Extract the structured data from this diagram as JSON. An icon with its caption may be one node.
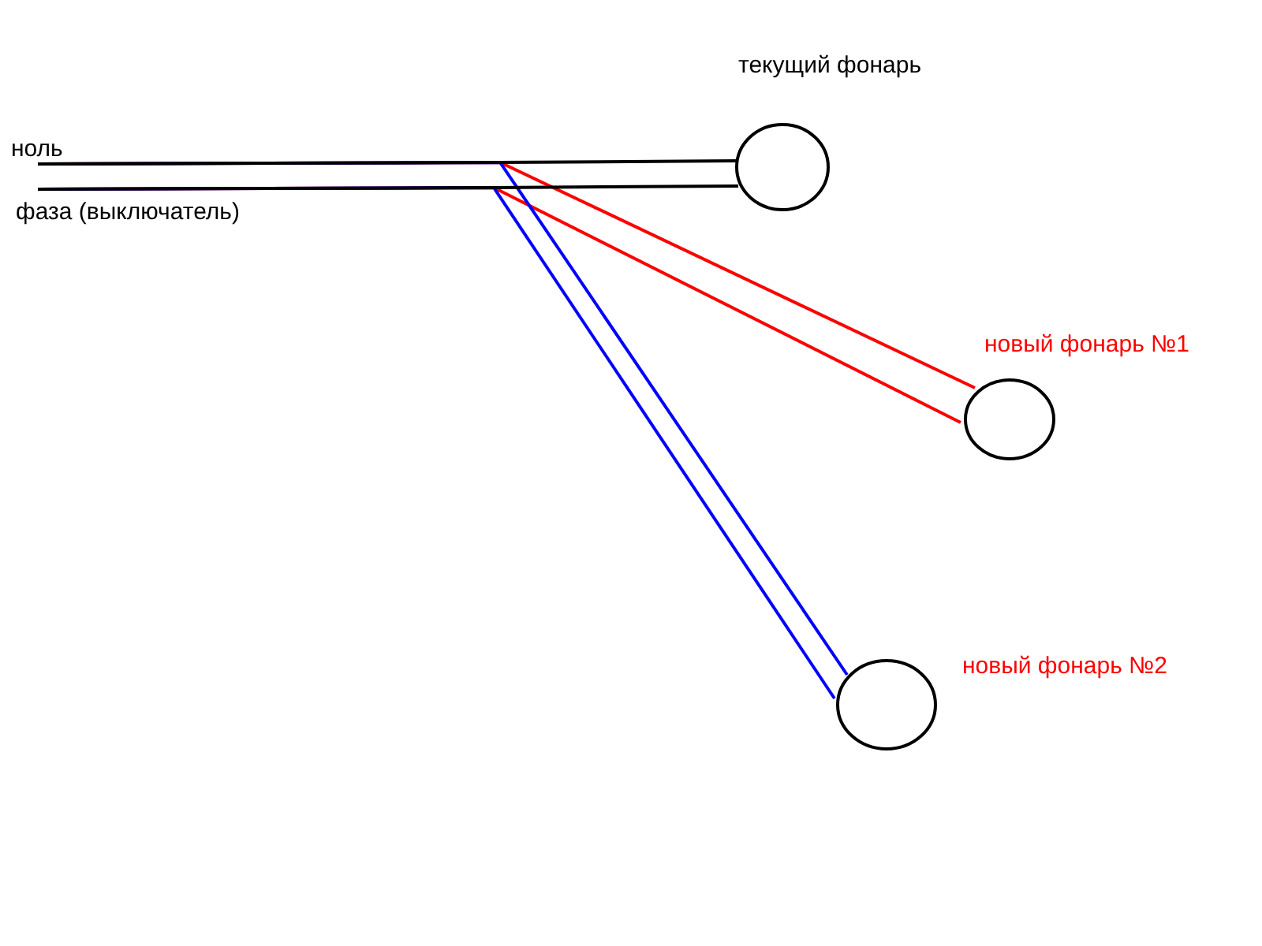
{
  "diagram": {
    "nodes": [
      {
        "text": [
          "текущий фонарь"
        ]
      },
      {
        "text": [
          "ноль"
        ]
      },
      {
        "text": [
          "фаза (выключатель)"
        ]
      },
      {
        "text": [
          "новый фонарь №1"
        ]
      },
      {
        "text": [
          "новый фонарь №2"
        ]
      }
    ],
    "edges": [
      {
        "from": 1,
        "to": 0,
        "arrow": "none"
      },
      {
        "from": 2,
        "to": 0,
        "arrow": "none"
      },
      {
        "from": 1,
        "to": 3,
        "arrow": "none",
        "color": "#ff0000"
      },
      {
        "from": 2,
        "to": 3,
        "arrow": "none",
        "color": "#ff0000"
      },
      {
        "from": 1,
        "to": 4,
        "arrow": "none",
        "color": "#0000ff"
      },
      {
        "from": 2,
        "to": 4,
        "arrow": "none",
        "color": "#0000ff"
      }
    ]
  }
}
